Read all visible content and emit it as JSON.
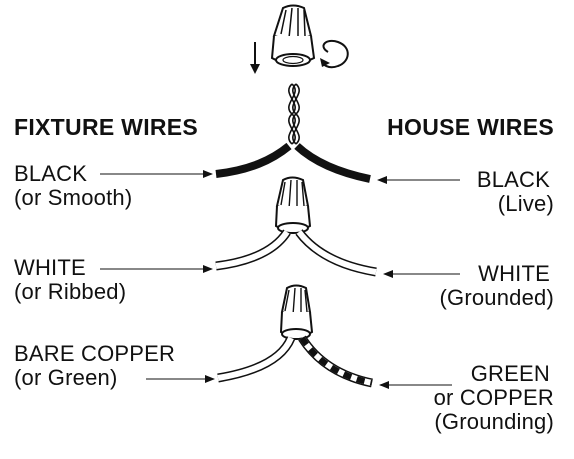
{
  "headers": {
    "fixture": "FIXTURE WIRES",
    "house": "HOUSE WIRES"
  },
  "rows": [
    {
      "fixture_main": "BLACK",
      "fixture_sub": "(or Smooth)",
      "house_main": "BLACK",
      "house_sub": "(Live)"
    },
    {
      "fixture_main": "WHITE",
      "fixture_sub": "(or Ribbed)",
      "house_main": "WHITE",
      "house_sub": "(Grounded)"
    },
    {
      "fixture_main": "BARE COPPER",
      "fixture_sub": "(or Green)",
      "house_line1": "GREEN",
      "house_line2": "or COPPER",
      "house_line3": "(Grounding)"
    }
  ],
  "icons": {
    "push_down": "down-arrow-icon",
    "twist": "clockwise-rotate-icon"
  }
}
